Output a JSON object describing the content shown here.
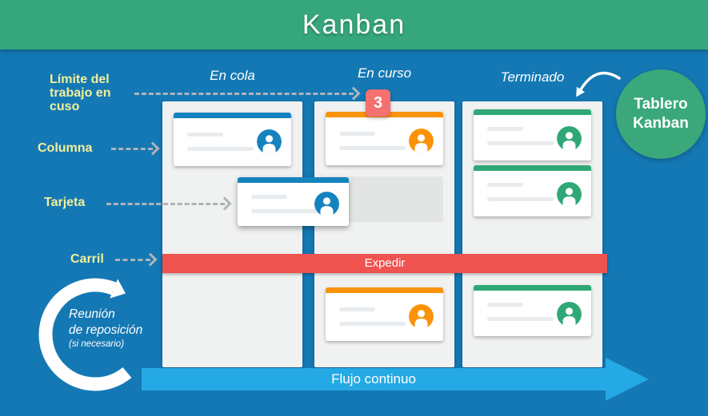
{
  "header": {
    "title": "Kanban"
  },
  "board": {
    "columns": [
      {
        "header": "En cola"
      },
      {
        "header": "En curso"
      },
      {
        "header": "Terminado"
      }
    ],
    "wip_badge": "3",
    "lane_label": "Expedir",
    "flow_label": "Flujo continuo",
    "callout": {
      "line1": "Tablero",
      "line2": "Kanban"
    }
  },
  "annotations": {
    "wip_limit": {
      "label": "Límite del\ntrabajo en\ncuso"
    },
    "column": {
      "label": "Columna"
    },
    "card": {
      "label": "Tarjeta"
    },
    "lane": {
      "label": "Carril"
    }
  },
  "cycle_note": {
    "line1": "Reunión",
    "line2": "de reposición",
    "line3": "(si necesario)"
  },
  "icons": {
    "card_avatar": "person-icon",
    "cycle": "circular-arrow-icon",
    "callout_pointer": "curved-arrow-icon",
    "flow": "right-arrow-icon",
    "annotation_pointer": "dashed-arrow-right-icon"
  },
  "colors": {
    "header_green": "#36a77d",
    "background_blue": "#1478b4",
    "label_yellow": "#f2ef9b",
    "lane_red": "#ee5350",
    "badge_red": "#f4716f",
    "card_blue": "#1583bf",
    "card_orange": "#fa9307",
    "card_green": "#2fa876",
    "flow_arrow_blue": "#25a9e4",
    "callout_green": "#3aa87b"
  }
}
